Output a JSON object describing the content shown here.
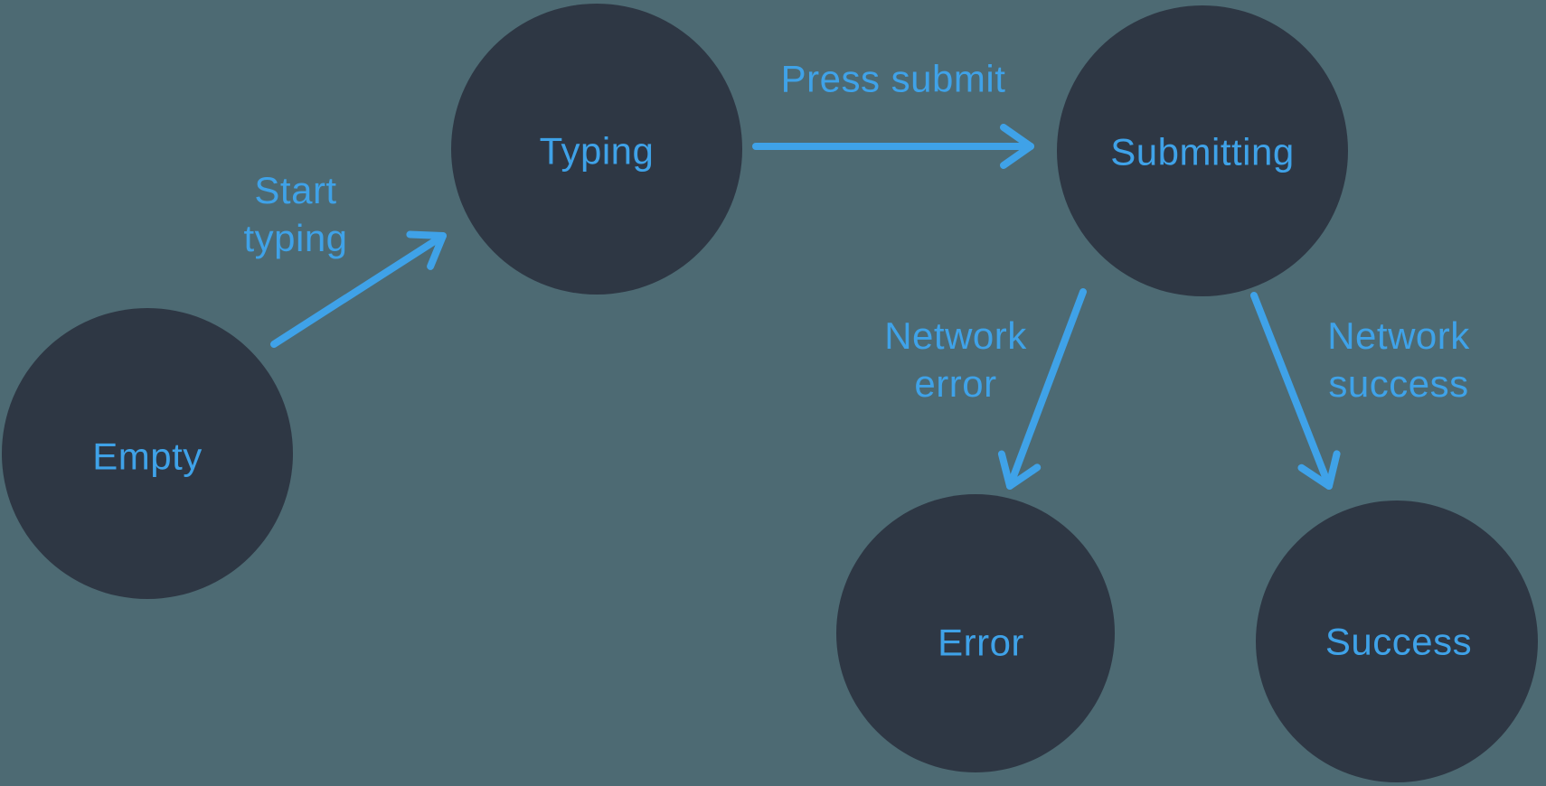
{
  "diagram_type": "state-machine",
  "colors": {
    "background": "#4d6a73",
    "node": "#2e3744",
    "accent": "#3fa2e8"
  },
  "nodes": [
    {
      "id": "empty",
      "label": "Empty"
    },
    {
      "id": "typing",
      "label": "Typing"
    },
    {
      "id": "submitting",
      "label": "Submitting"
    },
    {
      "id": "error",
      "label": "Error"
    },
    {
      "id": "success",
      "label": "Success"
    }
  ],
  "edges": [
    {
      "id": "start-typing",
      "from": "empty",
      "to": "typing",
      "lines": [
        "Start",
        "typing"
      ]
    },
    {
      "id": "press-submit",
      "from": "typing",
      "to": "submitting",
      "lines": [
        "Press submit"
      ]
    },
    {
      "id": "network-error",
      "from": "submitting",
      "to": "error",
      "lines": [
        "Network",
        "error"
      ]
    },
    {
      "id": "network-success",
      "from": "submitting",
      "to": "success",
      "lines": [
        "Network",
        "success"
      ]
    }
  ]
}
